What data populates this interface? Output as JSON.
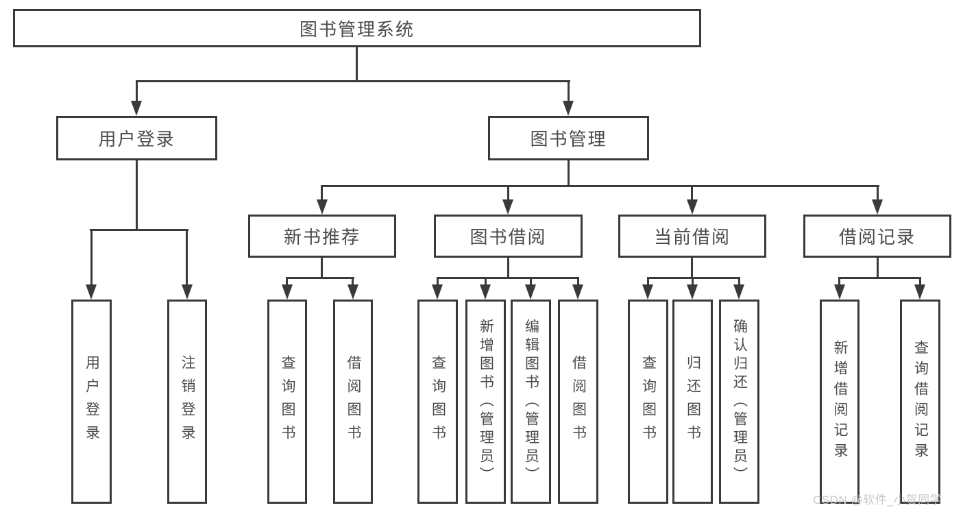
{
  "diagram": {
    "root": "图书管理系统",
    "level2": {
      "user_login": "用户登录",
      "book_management": "图书管理"
    },
    "user_login_children": [
      "用户登录",
      "注销登录"
    ],
    "book_management_sections": [
      {
        "label": "新书推荐",
        "children": [
          "查询图书",
          "借阅图书"
        ]
      },
      {
        "label": "图书借阅",
        "children": [
          "查询图书",
          "新增图书（管理员）",
          "编辑图书（管理员）",
          "借阅图书"
        ]
      },
      {
        "label": "当前借阅",
        "children": [
          "查询图书",
          "归还图书",
          "确认归还（管理员）"
        ]
      },
      {
        "label": "借阅记录",
        "children": [
          "新增借阅记录",
          "查询借阅记录"
        ]
      }
    ]
  },
  "watermark": "CSDN @软件_小贺同学",
  "colors": {
    "line": "#3a3a3a",
    "text": "#4a4a4a",
    "watermark": "#c6c6c6",
    "background": "#ffffff"
  }
}
